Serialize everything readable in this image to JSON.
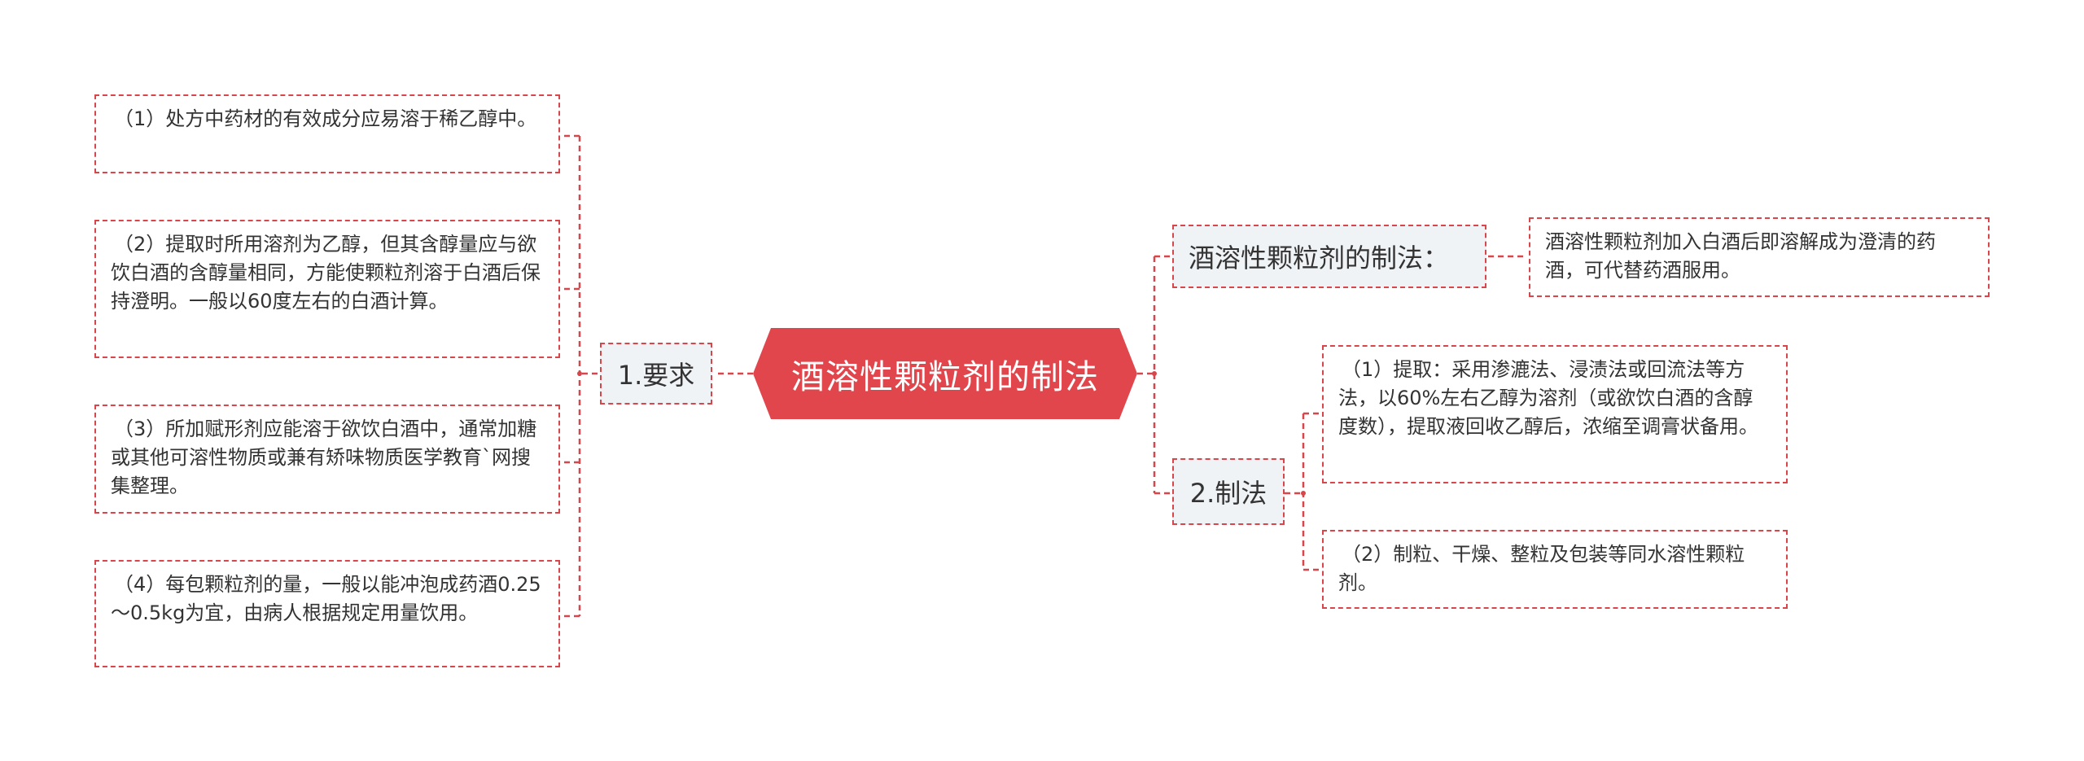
{
  "root": {
    "label": "酒溶性颗粒剂的制法",
    "color": "#e0464c"
  },
  "branches": {
    "requirements": {
      "label": "1.要求",
      "items": [
        "（1）处方中药材的有效成分应易溶于稀乙醇中。",
        "（2）提取时所用溶剂为乙醇，但其含醇量应与欲饮白酒的含醇量相同，方能使颗粒剂溶于白酒后保持澄明。一般以60度左右的白酒计算。",
        "（3）所加赋形剂应能溶于欲饮白酒中，通常加糖或其他可溶性物质或兼有矫味物质医学教育`网搜集整理。",
        "（4）每包颗粒剂的量，一般以能冲泡成药酒0.25～0.5kg为宜，由病人根据规定用量饮用。"
      ]
    },
    "method_intro": {
      "label": "酒溶性颗粒剂的制法：",
      "items": [
        "酒溶性颗粒剂加入白酒后即溶解成为澄清的药酒，可代替药酒服用。"
      ]
    },
    "process": {
      "label": "2.制法",
      "items": [
        "（1）提取：采用渗漉法、浸渍法或回流法等方法，以60%左右乙醇为溶剂（或欲饮白酒的含醇度数），提取液回收乙醇后，浓缩至调膏状备用。",
        "（2）制粒、干燥、整粒及包装等同水溶性颗粒剂。"
      ]
    }
  },
  "colors": {
    "line": "#d8464b",
    "branch_bg": "#f0f3f6",
    "text": "#333333"
  }
}
